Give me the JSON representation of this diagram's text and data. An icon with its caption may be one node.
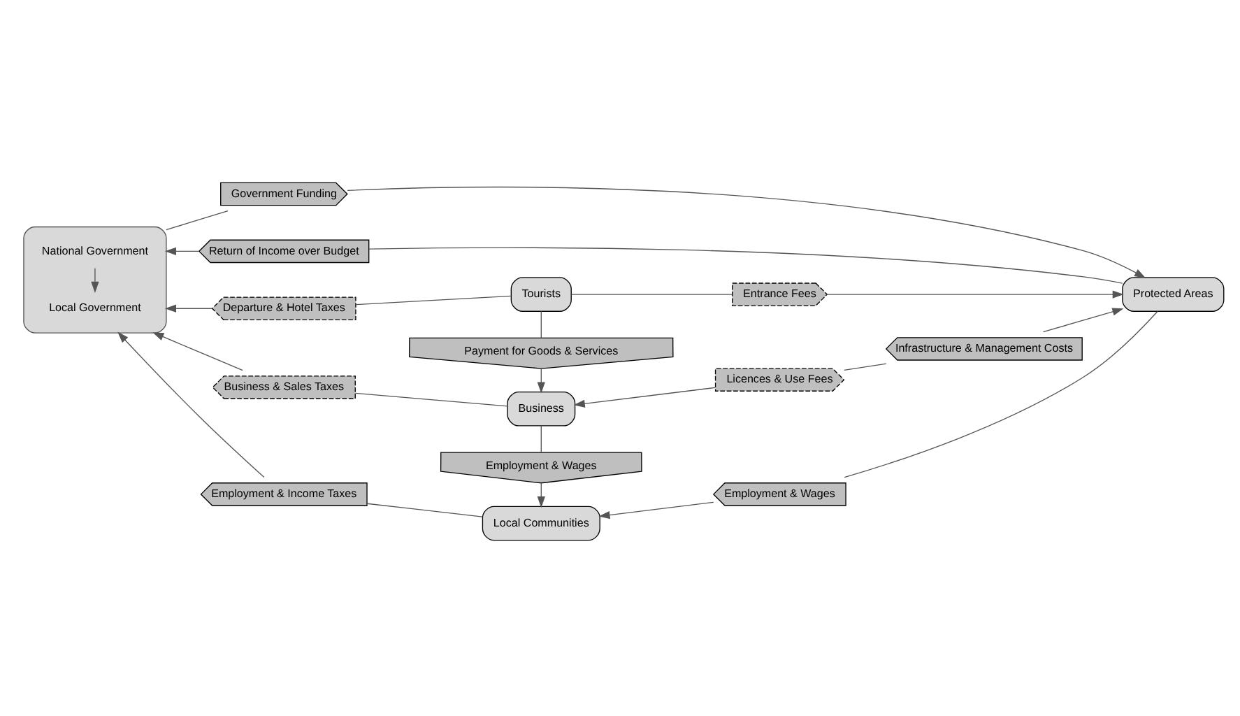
{
  "diagram": {
    "nodes": [
      {
        "text": [],
        "shape": "box"
      },
      {
        "text": [
          "National Government"
        ],
        "in": 0
      },
      {
        "text": [
          "Local Government"
        ],
        "in": 0
      },
      {
        "text": [
          "Tourists"
        ]
      },
      {
        "text": [
          "Protected Areas"
        ]
      },
      {
        "text": [
          "Business"
        ]
      },
      {
        "text": [
          "Local Communities"
        ]
      },
      {
        "text": [
          "Government Funding"
        ]
      },
      {
        "text": [
          "Return of Income over Budget"
        ]
      },
      {
        "text": [
          "Departure & Hotel Taxes"
        ]
      },
      {
        "text": [
          "Entrance Fees"
        ]
      },
      {
        "text": [
          "Payment for Goods & Services"
        ]
      },
      {
        "text": [
          "Infrastructure & Management Costs"
        ]
      },
      {
        "text": [
          "Business & Sales Taxes"
        ]
      },
      {
        "text": [
          "Licences & Use Fees"
        ]
      },
      {
        "text": [
          "Employment & Wages"
        ]
      },
      {
        "text": [
          "Employment & Income Taxes"
        ]
      },
      {
        "text": [
          "Employment & Wages"
        ]
      }
    ],
    "edges": [
      {
        "from": 1,
        "to": 2,
        "arrow": "to"
      },
      {
        "from": 0,
        "to": 7,
        "arrow": "none"
      },
      {
        "from": 7,
        "to": 4,
        "arrow": "to"
      },
      {
        "from": 4,
        "to": 8,
        "arrow": "none"
      },
      {
        "from": 8,
        "to": 0,
        "arrow": "to"
      },
      {
        "from": 3,
        "to": 9,
        "arrow": "none"
      },
      {
        "from": 9,
        "to": 0,
        "arrow": "to"
      },
      {
        "from": 3,
        "to": 10,
        "arrow": "none"
      },
      {
        "from": 10,
        "to": 4,
        "arrow": "to"
      },
      {
        "from": 3,
        "to": 11,
        "arrow": "none"
      },
      {
        "from": 11,
        "to": 5,
        "arrow": "to"
      },
      {
        "from": 14,
        "to": 12,
        "arrow": "none"
      },
      {
        "from": 12,
        "to": 4,
        "arrow": "to"
      },
      {
        "from": 5,
        "to": 13,
        "arrow": "none"
      },
      {
        "from": 13,
        "to": 0,
        "arrow": "to"
      },
      {
        "from": 14,
        "to": 5,
        "arrow": "to"
      },
      {
        "from": 5,
        "to": 15,
        "arrow": "none"
      },
      {
        "from": 15,
        "to": 6,
        "arrow": "to"
      },
      {
        "from": 6,
        "to": 16,
        "arrow": "none"
      },
      {
        "from": 16,
        "to": 0,
        "arrow": "to"
      },
      {
        "from": 4,
        "to": 17,
        "arrow": "none"
      },
      {
        "from": 17,
        "to": 6,
        "arrow": "to"
      }
    ]
  }
}
